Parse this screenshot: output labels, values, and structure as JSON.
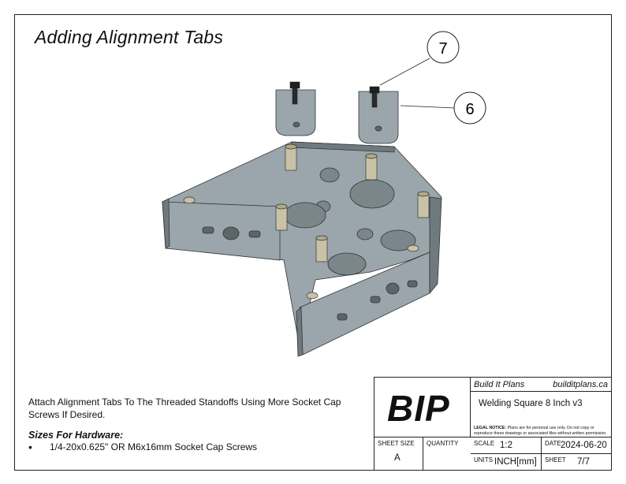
{
  "title": "Adding Alignment Tabs",
  "balloons": [
    {
      "number": "7",
      "part": "socket cap screw"
    },
    {
      "number": "6",
      "part": "alignment tab"
    }
  ],
  "instructions": "Attach Alignment Tabs To The Threaded Standoffs Using More Socket Cap Screws If Desired.",
  "hardware": {
    "heading": "Sizes For Hardware:",
    "items": [
      "1/4-20x0.625\" OR M6x16mm Socket Cap Screws"
    ]
  },
  "title_block": {
    "logo": "BIP",
    "company": "Build It Plans",
    "website": "builditplans.ca",
    "drawing_name": "Welding Square 8 Inch v3",
    "legal_label": "LEGAL NOTICE:",
    "legal_text": "Plans are for personal use only. Do not copy or reproduce these drawings or associated files without written permission.",
    "sheet_size_label": "SHEET SIZE",
    "sheet_size": "A",
    "quantity_label": "QUANTITY",
    "quantity": "",
    "scale_label": "SCALE",
    "scale": "1:2",
    "date_label": "DATE",
    "date": "2024-06-20",
    "units_label": "UNITS",
    "units": "INCH[mm]",
    "sheet_label": "SHEET",
    "sheet": "7/7"
  },
  "colors": {
    "part_fill": "#9aa6ab",
    "part_dark": "#6f7a7f",
    "part_light": "#b7c1c5",
    "brass": "#c9c2a6",
    "line": "#222222"
  }
}
